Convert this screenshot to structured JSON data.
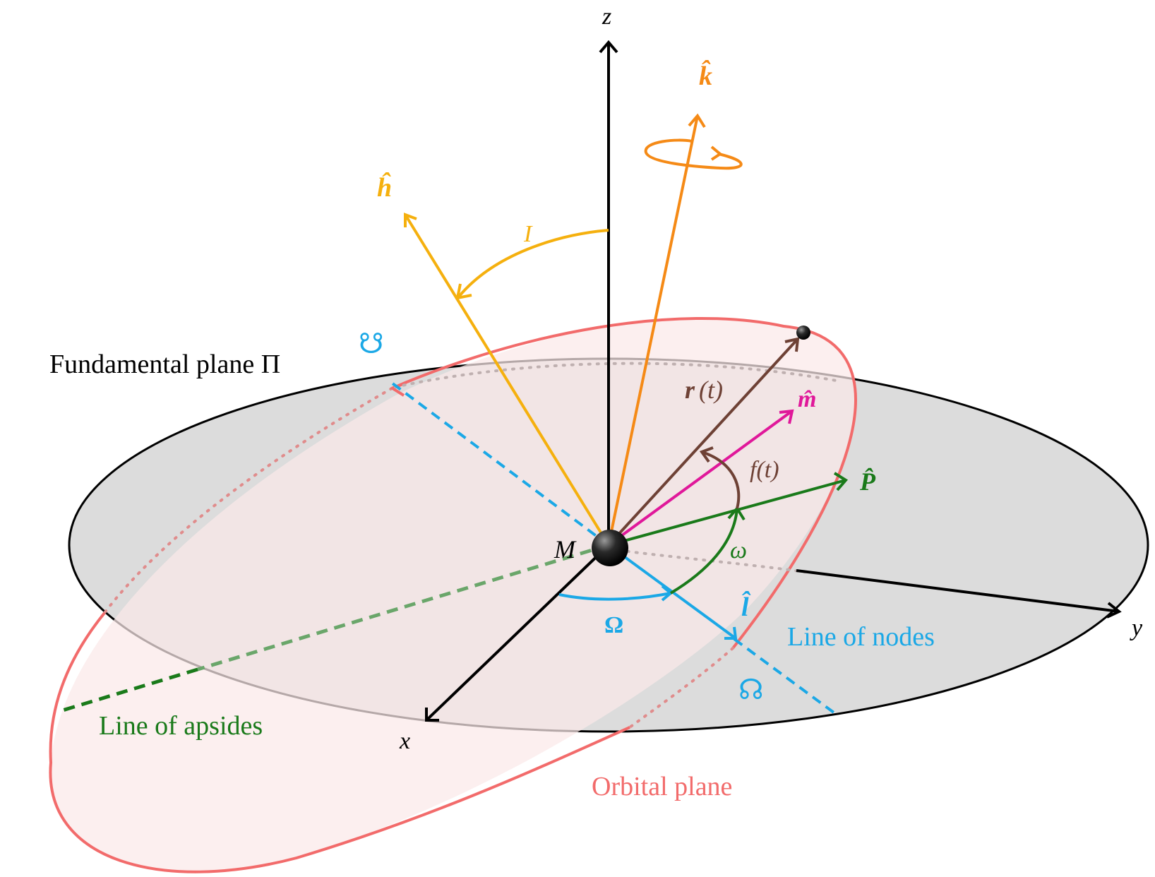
{
  "labels": {
    "fundamental_plane": "Fundamental plane Π",
    "orbital_plane": "Orbital plane",
    "line_of_nodes": "Line of nodes",
    "line_of_apsides": "Line of apsides",
    "axis_x": "x",
    "axis_y": "y",
    "axis_z": "z",
    "central_body": "M",
    "vec_h": "ĥ",
    "vec_k": "k̂",
    "vec_l": "l̂",
    "vec_m": "m̂",
    "vec_P": "P̂",
    "vec_r": "r",
    "vec_r_arg": "(t)",
    "true_anomaly": "f(t)",
    "inclination": "I",
    "arg_periapsis": "ω",
    "long_asc_node": "Ω",
    "ascending_node_symbol": "☊",
    "descending_node_symbol": "☋"
  },
  "colors": {
    "fundamental_plane_fill": "#dcdcdc",
    "orbit": "#f26b6b",
    "orbital_plane_fill": "#fbe9e9",
    "nodes_blue": "#1ba8e6",
    "apsides_green": "#1a7a1a",
    "h_yellow": "#f5b00e",
    "k_orange": "#f58a16",
    "m_magenta": "#e0189a",
    "r_brown": "#6e4135",
    "axes": "#000000"
  }
}
